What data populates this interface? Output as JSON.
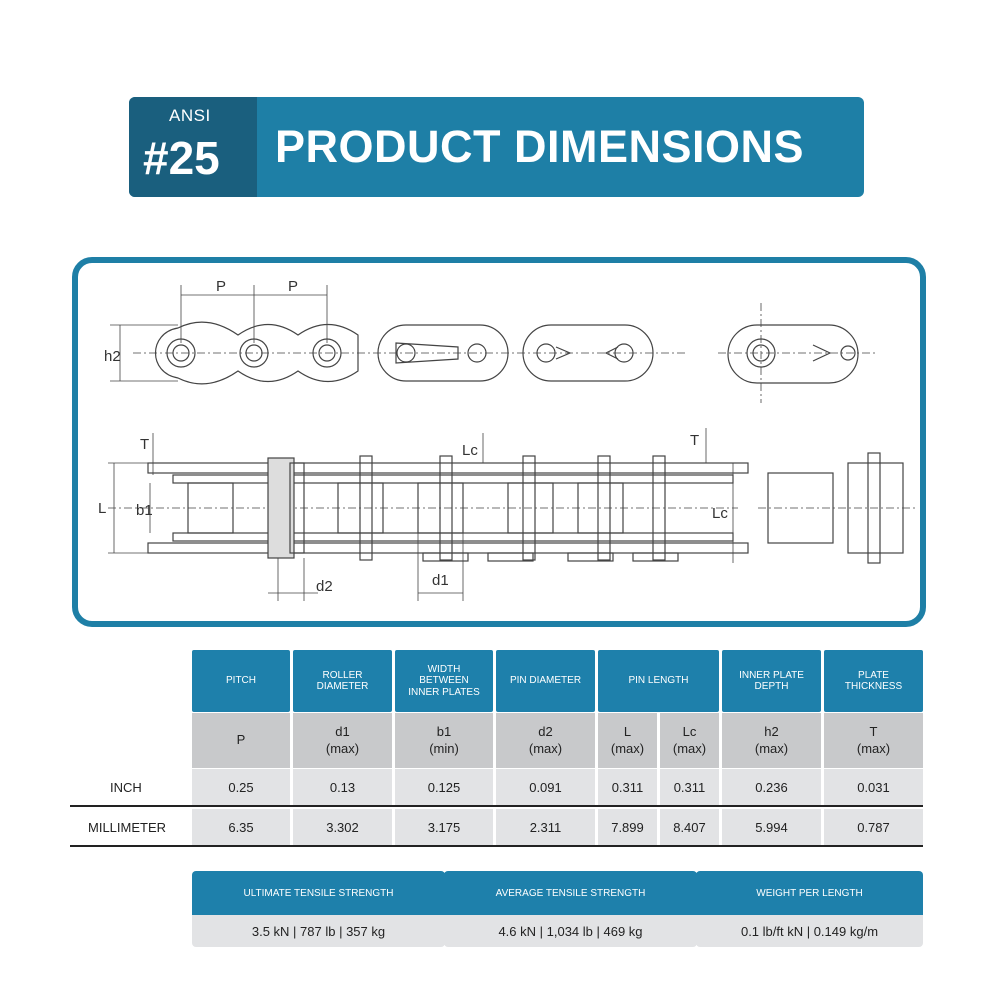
{
  "header": {
    "ansi_label": "ANSI",
    "ansi_number": "#25",
    "title": "PRODUCT DIMENSIONS"
  },
  "diagram": {
    "labels": {
      "P1": "P",
      "P2": "P",
      "h2": "h2",
      "T_left": "T",
      "L": "L",
      "b1": "b1",
      "Lc_top": "Lc",
      "T_right": "T",
      "Lc_right": "Lc",
      "d2": "d2",
      "d1": "d1"
    }
  },
  "spec_table": {
    "columns": [
      {
        "header": "PITCH",
        "symbol": "P",
        "unit": ""
      },
      {
        "header": "ROLLER DIAMETER",
        "symbol": "d1",
        "unit": "(max)"
      },
      {
        "header": "WIDTH BETWEEN INNER PLATES",
        "symbol": "b1",
        "unit": "(min)"
      },
      {
        "header": "PIN DIAMETER",
        "symbol": "d2",
        "unit": "(max)"
      },
      {
        "header": "PIN LENGTH",
        "symbol": "L",
        "unit": "(max)"
      },
      {
        "header": "",
        "symbol": "Lc",
        "unit": "(max)"
      },
      {
        "header": "INNER PLATE DEPTH",
        "symbol": "h2",
        "unit": "(max)"
      },
      {
        "header": "PLATE THICKNESS",
        "symbol": "T",
        "unit": "(max)"
      }
    ],
    "rows": [
      {
        "label": "INCH",
        "values": [
          "0.25",
          "0.13",
          "0.125",
          "0.091",
          "0.311",
          "0.311",
          "0.236",
          "0.031"
        ]
      },
      {
        "label": "MILLIMETER",
        "values": [
          "6.35",
          "3.302",
          "3.175",
          "2.311",
          "7.899",
          "8.407",
          "5.994",
          "0.787"
        ]
      }
    ]
  },
  "strength_cards": [
    {
      "title": "ULTIMATE TENSILE STRENGTH",
      "value": "3.5 kN | 787 lb | 357 kg"
    },
    {
      "title": "AVERAGE TENSILE STRENGTH",
      "value": "4.6 kN | 1,034 lb | 469 kg"
    },
    {
      "title": "WEIGHT PER LENGTH",
      "value": "0.1 lb/ft kN | 0.149 kg/m"
    }
  ],
  "colors": {
    "brand_blue": "#1e80ab",
    "dark_blue": "#1a5f7e",
    "symbol_gray": "#c8c9cb",
    "value_gray": "#e2e3e5"
  }
}
